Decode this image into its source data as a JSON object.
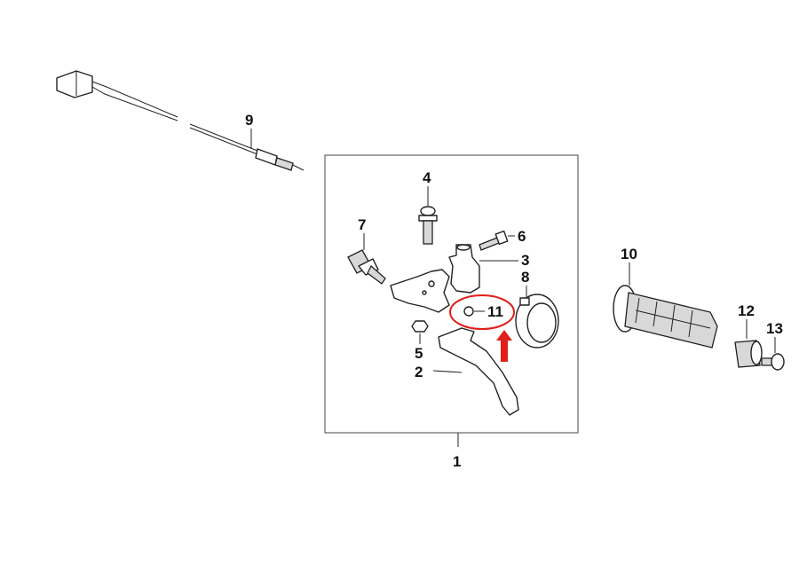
{
  "diagram": {
    "labels": {
      "p1": "1",
      "p2": "2",
      "p3": "3",
      "p4": "4",
      "p5": "5",
      "p6": "6",
      "p7": "7",
      "p8": "8",
      "p9": "9",
      "p10": "10",
      "p11": "11",
      "p12": "12",
      "p13": "13"
    },
    "highlight_color": "#e0201b"
  }
}
